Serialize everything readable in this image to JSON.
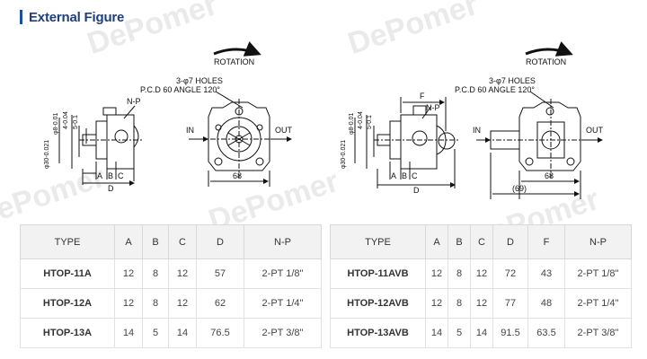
{
  "heading": "External Figure",
  "watermark": "DePomer",
  "left_drawing": {
    "rotation": "ROTATION",
    "holes": "3-φ7 HOLES",
    "pcd": "P.C.D 60 ANGLE 120°",
    "np": "N-P",
    "in": "IN",
    "out": "OUT",
    "width": "68",
    "a": "A",
    "b": "B",
    "c": "C",
    "d": "D",
    "dim_30": "φ30-0.021",
    "dim_8": "φ8-0.01",
    "dim_4": "4-0.04",
    "dim_5": "5-0.1"
  },
  "right_drawing": {
    "rotation": "ROTATION",
    "holes": "3-φ7 HOLES",
    "pcd": "P.C.D 60 ANGLE 120°",
    "np": "N-P",
    "f": "F",
    "in": "IN",
    "out": "OUT",
    "width": "68",
    "width_paren": "(69)",
    "a": "A",
    "b": "B",
    "c": "C",
    "d": "D",
    "dim_30": "φ30-0.021",
    "dim_8": "φ8-0.01",
    "dim_4": "4-0.04",
    "dim_5": "5-0.1"
  },
  "table_left": {
    "headers": [
      "TYPE",
      "A",
      "B",
      "C",
      "D",
      "N-P"
    ],
    "rows": [
      [
        "HTOP-11A",
        "12",
        "8",
        "12",
        "57",
        "2-PT 1/8\""
      ],
      [
        "HTOP-12A",
        "12",
        "8",
        "12",
        "62",
        "2-PT 1/4\""
      ],
      [
        "HTOP-13A",
        "14",
        "5",
        "14",
        "76.5",
        "2-PT 3/8\""
      ]
    ]
  },
  "table_right": {
    "headers": [
      "TYPE",
      "A",
      "B",
      "C",
      "D",
      "F",
      "N-P"
    ],
    "rows": [
      [
        "HTOP-11AVB",
        "12",
        "8",
        "12",
        "72",
        "43",
        "2-PT 1/8\""
      ],
      [
        "HTOP-12AVB",
        "12",
        "8",
        "12",
        "77",
        "48",
        "2-PT 1/4\""
      ],
      [
        "HTOP-13AVB",
        "14",
        "5",
        "14",
        "91.5",
        "63.5",
        "2-PT 3/8\""
      ]
    ]
  }
}
